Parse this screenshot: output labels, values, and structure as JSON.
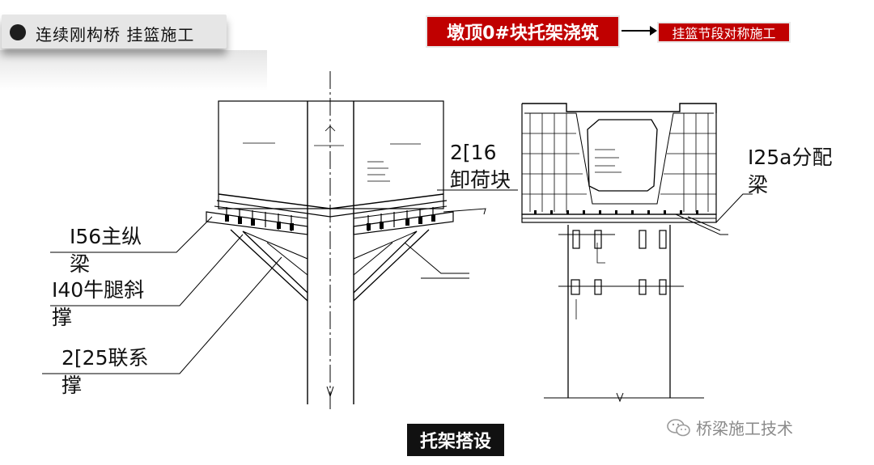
{
  "header": {
    "title": "连续刚构桥 挂篮施工"
  },
  "flow": {
    "current_step": "墩顶0#块托架浇筑",
    "next_step": "挂篮节段对称施工"
  },
  "labels": {
    "main_beam": [
      "I56主纵",
      "梁"
    ],
    "diagonal_brace": [
      "I40牛腿斜",
      "撑"
    ],
    "tie_brace": [
      "2[25联系",
      "撑"
    ],
    "unload_block": [
      "2[16",
      "卸荷块"
    ],
    "distribution_beam": [
      "I25a分配",
      "梁"
    ]
  },
  "caption": "托架搭设",
  "watermark": {
    "icon": "wechat-icon",
    "text": "桥梁施工技术"
  },
  "colors": {
    "step_red": "#c00000",
    "line": "#000000",
    "caption_bg": "#111111"
  }
}
